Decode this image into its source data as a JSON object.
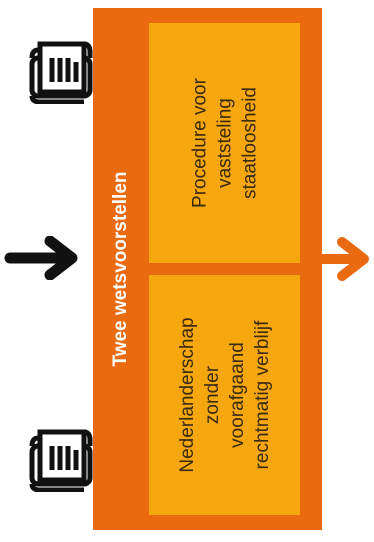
{
  "diagram": {
    "title": "Twee wetsvoorstellen",
    "boxes": [
      {
        "label": "Procedure voor\nvaststeling\nstaatloosheid"
      },
      {
        "label": "Nederlanderschap\nzonder\nvoorafgaand\nrechtmatig verblijf"
      }
    ]
  },
  "colors": {
    "panel": "#ea6a10",
    "box": "#f7a70e",
    "text": "#3a2a10",
    "arrow_in": "#111111",
    "arrow_out": "#ea6a10"
  },
  "icons": {
    "document_top": "scroll-document-icon",
    "document_bottom": "scroll-document-icon",
    "arrow_in": "arrow-right-icon",
    "arrow_out": "arrow-right-icon"
  }
}
